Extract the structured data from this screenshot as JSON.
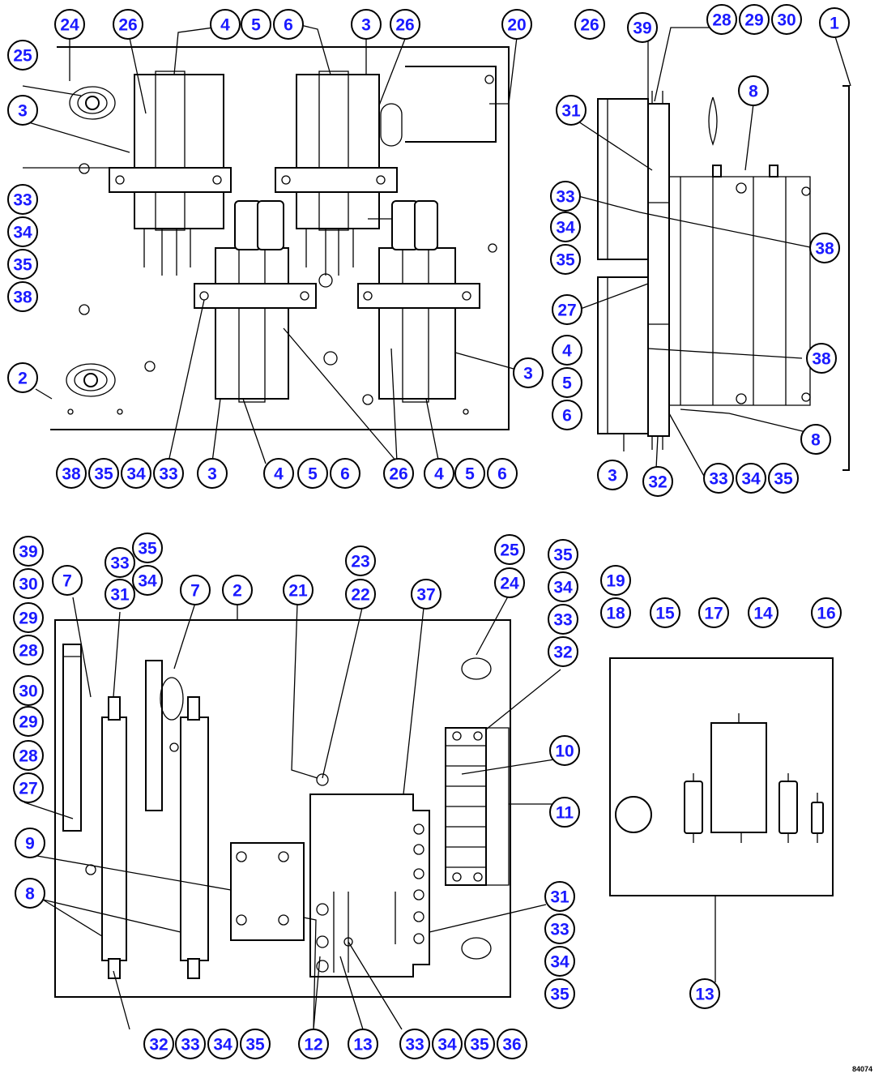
{
  "drawing_code": "84074",
  "colors": {
    "callout_text": "#1a1aff",
    "line": "#000000",
    "background": "#ffffff"
  },
  "callouts": [
    {
      "id": "c1",
      "label": "24"
    },
    {
      "id": "c2",
      "label": "26"
    },
    {
      "id": "c3",
      "label": "4"
    },
    {
      "id": "c4",
      "label": "5"
    },
    {
      "id": "c5",
      "label": "6"
    },
    {
      "id": "c6",
      "label": "3"
    },
    {
      "id": "c7",
      "label": "26"
    },
    {
      "id": "c8",
      "label": "20"
    },
    {
      "id": "c9",
      "label": "25"
    },
    {
      "id": "c10",
      "label": "3"
    },
    {
      "id": "c11",
      "label": "33"
    },
    {
      "id": "c12",
      "label": "34"
    },
    {
      "id": "c13",
      "label": "35"
    },
    {
      "id": "c14",
      "label": "38"
    },
    {
      "id": "c15",
      "label": "2"
    },
    {
      "id": "c16",
      "label": "3"
    },
    {
      "id": "c17",
      "label": "38"
    },
    {
      "id": "c18",
      "label": "35"
    },
    {
      "id": "c19",
      "label": "34"
    },
    {
      "id": "c20",
      "label": "33"
    },
    {
      "id": "c21",
      "label": "3"
    },
    {
      "id": "c22",
      "label": "4"
    },
    {
      "id": "c23",
      "label": "5"
    },
    {
      "id": "c24",
      "label": "6"
    },
    {
      "id": "c25",
      "label": "26"
    },
    {
      "id": "c26",
      "label": "4"
    },
    {
      "id": "c27",
      "label": "5"
    },
    {
      "id": "c28",
      "label": "6"
    },
    {
      "id": "c29",
      "label": "26"
    },
    {
      "id": "c30",
      "label": "39"
    },
    {
      "id": "c31",
      "label": "28"
    },
    {
      "id": "c32",
      "label": "29"
    },
    {
      "id": "c33",
      "label": "30"
    },
    {
      "id": "c34",
      "label": "1"
    },
    {
      "id": "c35",
      "label": "8"
    },
    {
      "id": "c36",
      "label": "31"
    },
    {
      "id": "c37",
      "label": "33"
    },
    {
      "id": "c38",
      "label": "34"
    },
    {
      "id": "c39",
      "label": "35"
    },
    {
      "id": "c40",
      "label": "38"
    },
    {
      "id": "c41",
      "label": "27"
    },
    {
      "id": "c42",
      "label": "4"
    },
    {
      "id": "c43",
      "label": "5"
    },
    {
      "id": "c44",
      "label": "6"
    },
    {
      "id": "c45",
      "label": "38"
    },
    {
      "id": "c46",
      "label": "8"
    },
    {
      "id": "c47",
      "label": "3"
    },
    {
      "id": "c48",
      "label": "32"
    },
    {
      "id": "c49",
      "label": "33"
    },
    {
      "id": "c50",
      "label": "34"
    },
    {
      "id": "c51",
      "label": "35"
    },
    {
      "id": "c52",
      "label": "39"
    },
    {
      "id": "c53",
      "label": "33"
    },
    {
      "id": "c54",
      "label": "35"
    },
    {
      "id": "c55",
      "label": "34"
    },
    {
      "id": "c56",
      "label": "30"
    },
    {
      "id": "c57",
      "label": "7"
    },
    {
      "id": "c58",
      "label": "31"
    },
    {
      "id": "c59",
      "label": "7"
    },
    {
      "id": "c60",
      "label": "2"
    },
    {
      "id": "c61",
      "label": "29"
    },
    {
      "id": "c62",
      "label": "28"
    },
    {
      "id": "c63",
      "label": "30"
    },
    {
      "id": "c64",
      "label": "29"
    },
    {
      "id": "c65",
      "label": "28"
    },
    {
      "id": "c66",
      "label": "27"
    },
    {
      "id": "c67",
      "label": "9"
    },
    {
      "id": "c68",
      "label": "8"
    },
    {
      "id": "c69",
      "label": "21"
    },
    {
      "id": "c70",
      "label": "23"
    },
    {
      "id": "c71",
      "label": "22"
    },
    {
      "id": "c72",
      "label": "37"
    },
    {
      "id": "c73",
      "label": "25"
    },
    {
      "id": "c74",
      "label": "24"
    },
    {
      "id": "c75",
      "label": "35"
    },
    {
      "id": "c76",
      "label": "34"
    },
    {
      "id": "c77",
      "label": "33"
    },
    {
      "id": "c78",
      "label": "32"
    },
    {
      "id": "c79",
      "label": "10"
    },
    {
      "id": "c80",
      "label": "11"
    },
    {
      "id": "c81",
      "label": "31"
    },
    {
      "id": "c82",
      "label": "33"
    },
    {
      "id": "c83",
      "label": "34"
    },
    {
      "id": "c84",
      "label": "35"
    },
    {
      "id": "c85",
      "label": "32"
    },
    {
      "id": "c86",
      "label": "33"
    },
    {
      "id": "c87",
      "label": "34"
    },
    {
      "id": "c88",
      "label": "35"
    },
    {
      "id": "c89",
      "label": "12"
    },
    {
      "id": "c90",
      "label": "13"
    },
    {
      "id": "c91",
      "label": "33"
    },
    {
      "id": "c92",
      "label": "34"
    },
    {
      "id": "c93",
      "label": "35"
    },
    {
      "id": "c94",
      "label": "36"
    },
    {
      "id": "c95",
      "label": "19"
    },
    {
      "id": "c96",
      "label": "18"
    },
    {
      "id": "c97",
      "label": "15"
    },
    {
      "id": "c98",
      "label": "17"
    },
    {
      "id": "c99",
      "label": "14"
    },
    {
      "id": "c100",
      "label": "16"
    },
    {
      "id": "c101",
      "label": "13"
    }
  ]
}
